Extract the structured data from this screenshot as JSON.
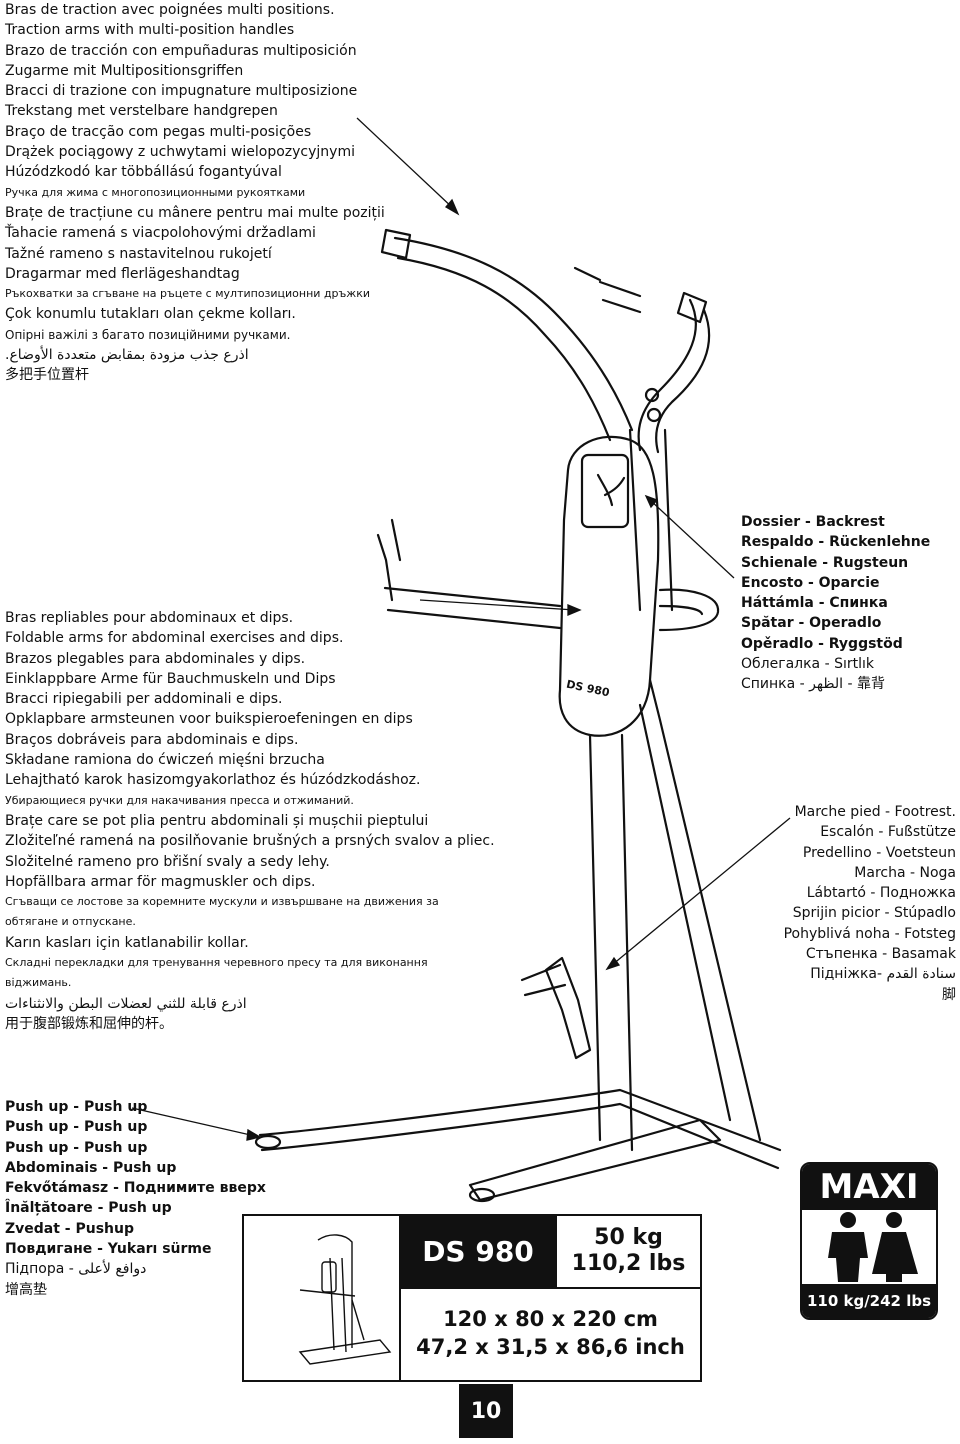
{
  "traction_arms": [
    "Bras de traction avec poignées multi positions.",
    "Traction arms with multi-position handles",
    "Brazo de tracción con empuñaduras multiposición",
    "Zugarme mit Multipositionsgriffen",
    "Bracci di trazione con impugnature multiposizione",
    "Trekstang met verstelbare handgrepen",
    "Braço de tracção com pegas multi-posições",
    "Drążek pociągowy z uchwytami wielopozycyjnymi",
    "Húzódzkodó kar többállású fogantyúval",
    "Ручка для жима с многопозиционными рукоятками",
    "Brațe de tracțiune cu mânere pentru mai multe poziții",
    "Ťahacie ramená s viacpolohovými držadlami",
    "Tažné rameno s nastavitelnou rukojetí",
    "Dragarmar med flerlägeshandtag",
    "Ръкохватки за сгъване на ръцете с мултипозиционни дръжки",
    "Çok konumlu tutakları olan çekme kolları.",
    "Опірні важілі з багато позиційними ручками.",
    "اذرع جذب مزودة بمقابض متعددة الأوضاع.",
    "多把手位置杆"
  ],
  "backrest": [
    "Dossier - Backrest",
    "Respaldo - Rückenlehne",
    "Schienale - Rugsteun",
    "Encosto - Oparcie",
    "Háttámla - Спинка",
    "Spătar - Operadlo",
    "Opěradlo - Ryggstöd",
    "Облегалка - Sırtlık",
    "Спинка - الظهر - 靠背"
  ],
  "foldable_arms": [
    "Bras repliables pour abdominaux et dips.",
    "Foldable arms for abdominal exercises and dips.",
    "Brazos plegables para abdominales y dips.",
    "Einklappbare Arme für Bauchmuskeln und Dips",
    "Bracci ripiegabili per addominali e dips.",
    "Opklapbare armsteunen voor buikspieroefeningen en dips",
    "Braços dobráveis para abdominais e dips.",
    "Składane ramiona do ćwiczeń mięśni brzucha",
    "Lehajtható karok hasizomgyakorlathoz és húzódzkodáshoz.",
    "Убирающиеся ручки для накачивания пресса и отжиманий.",
    "Brațe care se pot plia pentru abdominali și mușchii pieptului",
    "Zložiteľné ramená na posilňovanie brušných a prsných svalov a pliec.",
    "Složitelné rameno pro břišní svaly a sedy lehy.",
    "Hopfällbara armar för magmuskler och dips.",
    "Сгъващи се лостове за коремните мускули и извършване на движения за",
    "обтягане и отпускане.",
    "Karın kasları için katlanabilir kollar.",
    "Складні перекладки для тренування черевного пресу та для виконання",
    "віджимань.",
    "اذرع قابلة للثني لعضلات البطن والانثناءات",
    "用于腹部锻炼和屈伸的杆。"
  ],
  "footrest": [
    "Marche pied - Footrest.",
    "Escalón - Fußstütze",
    "Predellino - Voetsteun",
    "Marcha - Noga",
    "Lábtartó - Подножка",
    "Sprijin picior - Stúpadlo",
    "Pohyblivá noha - Fotsteg",
    "Стъпенка - Basamak",
    "Підніжка- سنادة القدم",
    "脚"
  ],
  "push_up": [
    "Push up - Push up",
    "Push up - Push up",
    "Push up - Push up",
    "Abdominais - Push up",
    "Fekvőtámasz - Поднимите вверх",
    "Înălțătoare - Push up",
    "Zvedat - Pushup",
    "Повдигане - Yukarı sürme",
    "Підпора - دوافع لأعلى",
    "增高垫"
  ],
  "frame_label": "DS 980",
  "spec": {
    "model": "DS 980",
    "weight_kg": "50 kg",
    "weight_lbs": "110,2 lbs",
    "dims_cm": "120 x 80 x 220 cm",
    "dims_inch": "47,2 x 31,5 x 86,6 inch"
  },
  "maxi": {
    "title": "MAXI",
    "limit": "110 kg/242 lbs"
  },
  "page_number": "10"
}
